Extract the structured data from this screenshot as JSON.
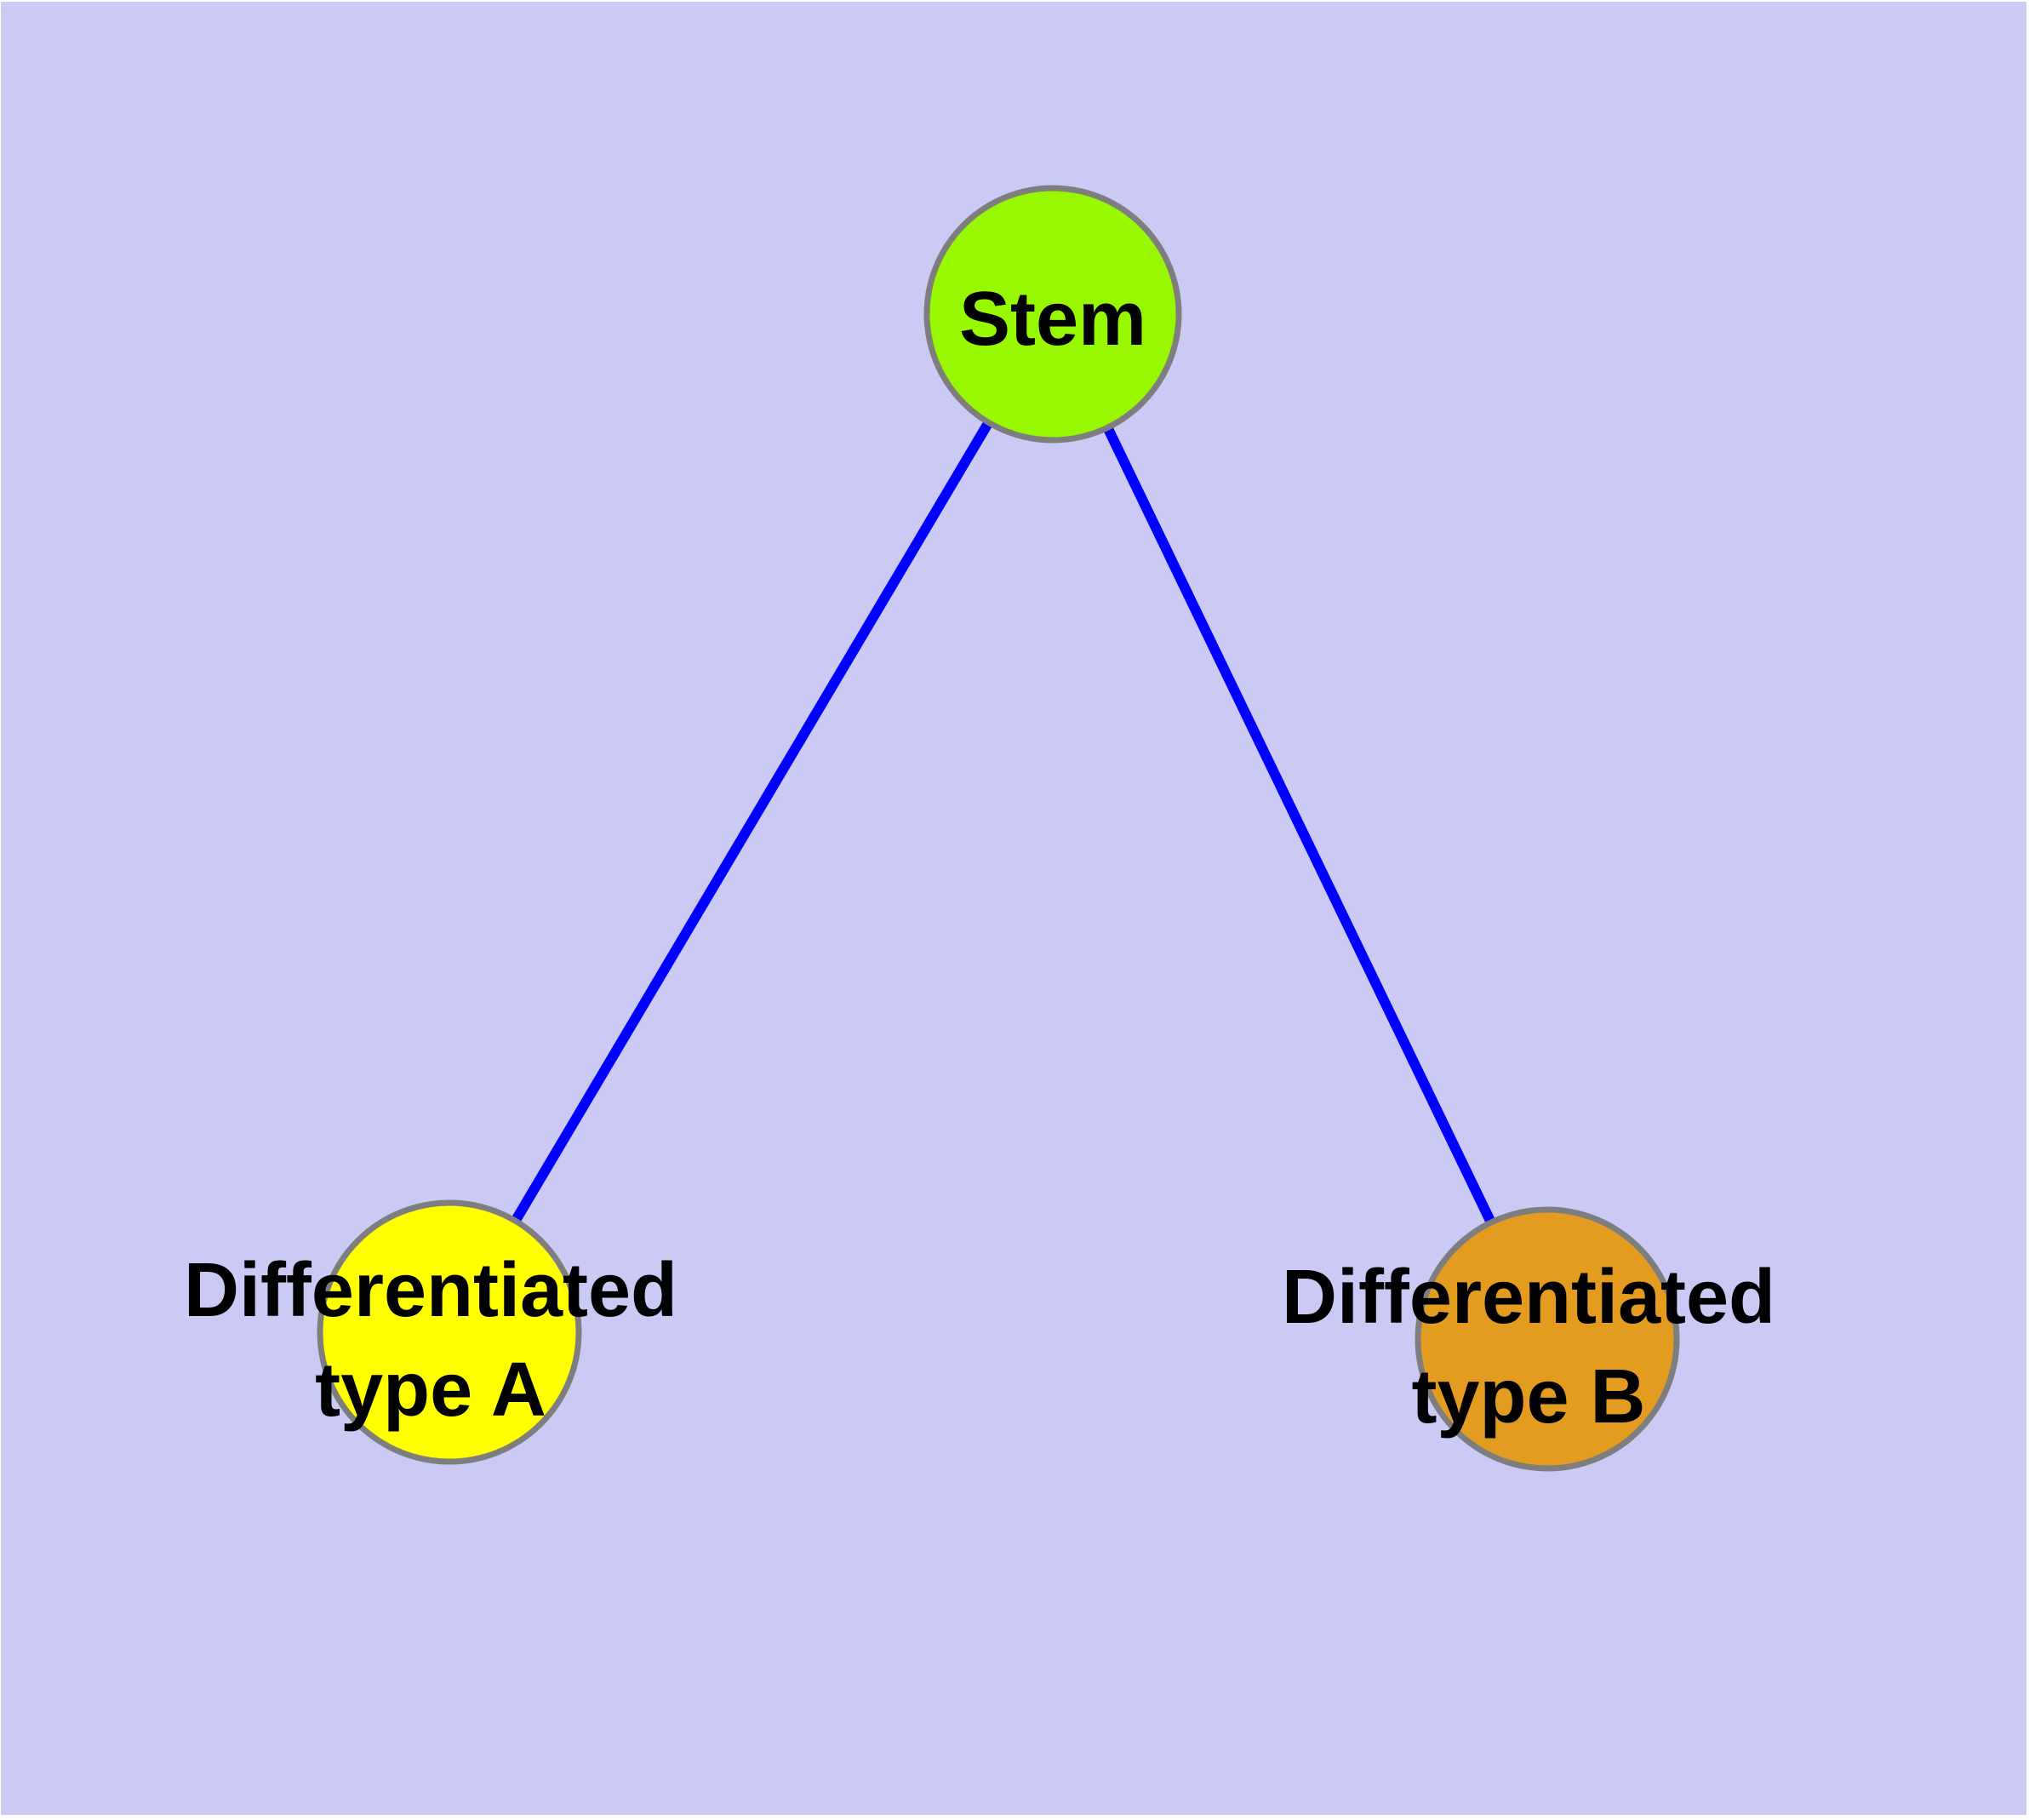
{
  "canvas": {
    "background_color": "#CACAF5",
    "margin_color": "#FFFFFF"
  },
  "graph": {
    "type": "node-link-diagram",
    "label_color": "#000000",
    "node_border_color": "#7E7E7E",
    "nodes": [
      {
        "id": "stem",
        "label": "Stem",
        "lines": [
          "Stem"
        ],
        "fill_color": "#97F800"
      },
      {
        "id": "differentiated-type-a",
        "label": "Differentiated type A",
        "lines": [
          "Differentiated",
          "type A"
        ],
        "fill_color": "#FFFF00"
      },
      {
        "id": "differentiated-type-b",
        "label": "Differentiated type B",
        "lines": [
          "Differentiated",
          "type B"
        ],
        "fill_color": "#E39C20"
      }
    ],
    "edges": [
      {
        "from": "Stem",
        "to": "Differentiated type A",
        "color": "#0000FF"
      },
      {
        "from": "Stem",
        "to": "Differentiated type B",
        "color": "#0000FF"
      }
    ]
  }
}
